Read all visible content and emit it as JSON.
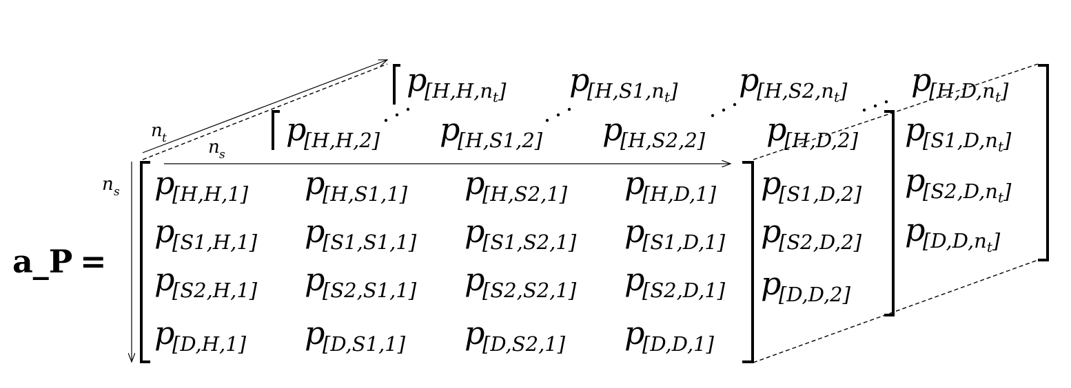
{
  "title": {
    "lhs": "a_P",
    "equals": "="
  },
  "axes": {
    "ns_vertical": {
      "base": "n",
      "sub": "s"
    },
    "ns_horizontal": {
      "base": "n",
      "sub": "s"
    },
    "nt_diagonal": {
      "base": "n",
      "sub": "t"
    }
  },
  "dots": "·  ·  ·",
  "front_matrix": [
    [
      "[H,H,1]",
      "[H,S1,1]",
      "[H,S2,1]",
      "[H,D,1]"
    ],
    [
      "[S1,H,1]",
      "[S1,S1,1]",
      "[S1,S2,1]",
      "[S1,D,1]"
    ],
    [
      "[S2,H,1]",
      "[S2,S1,1]",
      "[S2,S2,1]",
      "[S2,D,1]"
    ],
    [
      "[D,H,1]",
      "[D,S1,1]",
      "[D,S2,1]",
      "[D,D,1]"
    ]
  ],
  "middle_layer": {
    "top_row": [
      "[H,H,2]",
      "[H,S1,2]",
      "[H,S2,2]",
      "[H,D,2]"
    ],
    "right_col": [
      "[S1,D,2]",
      "[S2,D,2]",
      "[D,D,2]"
    ]
  },
  "back_layer": {
    "top_row": [
      "[H,H,nt]",
      "[H,S1,nt]",
      "[H,S2,nt]",
      "[H,D,nt]"
    ],
    "right_col": [
      "[S1,D,nt]",
      "[S2,D,nt]",
      "[D,D,nt]"
    ]
  },
  "element_symbol": "p"
}
